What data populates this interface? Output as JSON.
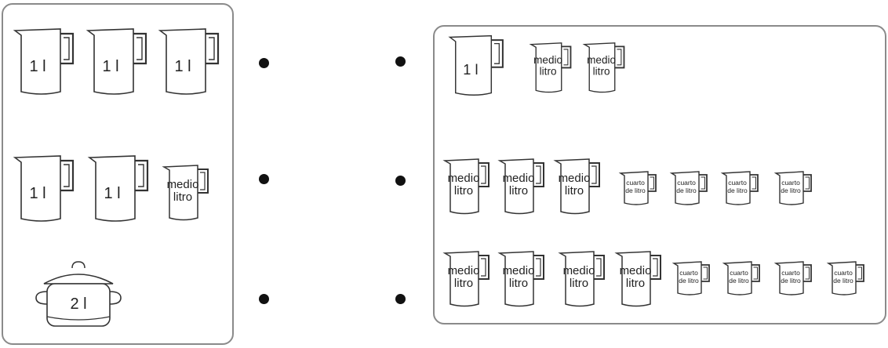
{
  "labels": {
    "one_liter": "1 l",
    "half_liter_line1": "medio",
    "half_liter_line2": "litro",
    "quarter_liter_line1": "cuarto",
    "quarter_liter_line2": "de litro",
    "two_liters": "2 l"
  },
  "left_groups": [
    {
      "row": 1,
      "items": [
        "1 l",
        "1 l",
        "1 l"
      ]
    },
    {
      "row": 2,
      "items": [
        "1 l",
        "1 l",
        "medio litro"
      ]
    },
    {
      "row": 3,
      "items": [
        "2 l"
      ]
    }
  ],
  "right_groups": [
    {
      "row": 1,
      "items": [
        "1 l",
        "medio litro",
        "medio litro"
      ]
    },
    {
      "row": 2,
      "items": [
        "medio litro",
        "medio litro",
        "medio litro",
        "cuarto de litro",
        "cuarto de litro",
        "cuarto de litro",
        "cuarto de litro"
      ]
    },
    {
      "row": 3,
      "items": [
        "medio litro",
        "medio litro",
        "medio litro",
        "medio litro",
        "cuarto de litro",
        "cuarto de litro",
        "cuarto de litro",
        "cuarto de litro"
      ]
    }
  ]
}
